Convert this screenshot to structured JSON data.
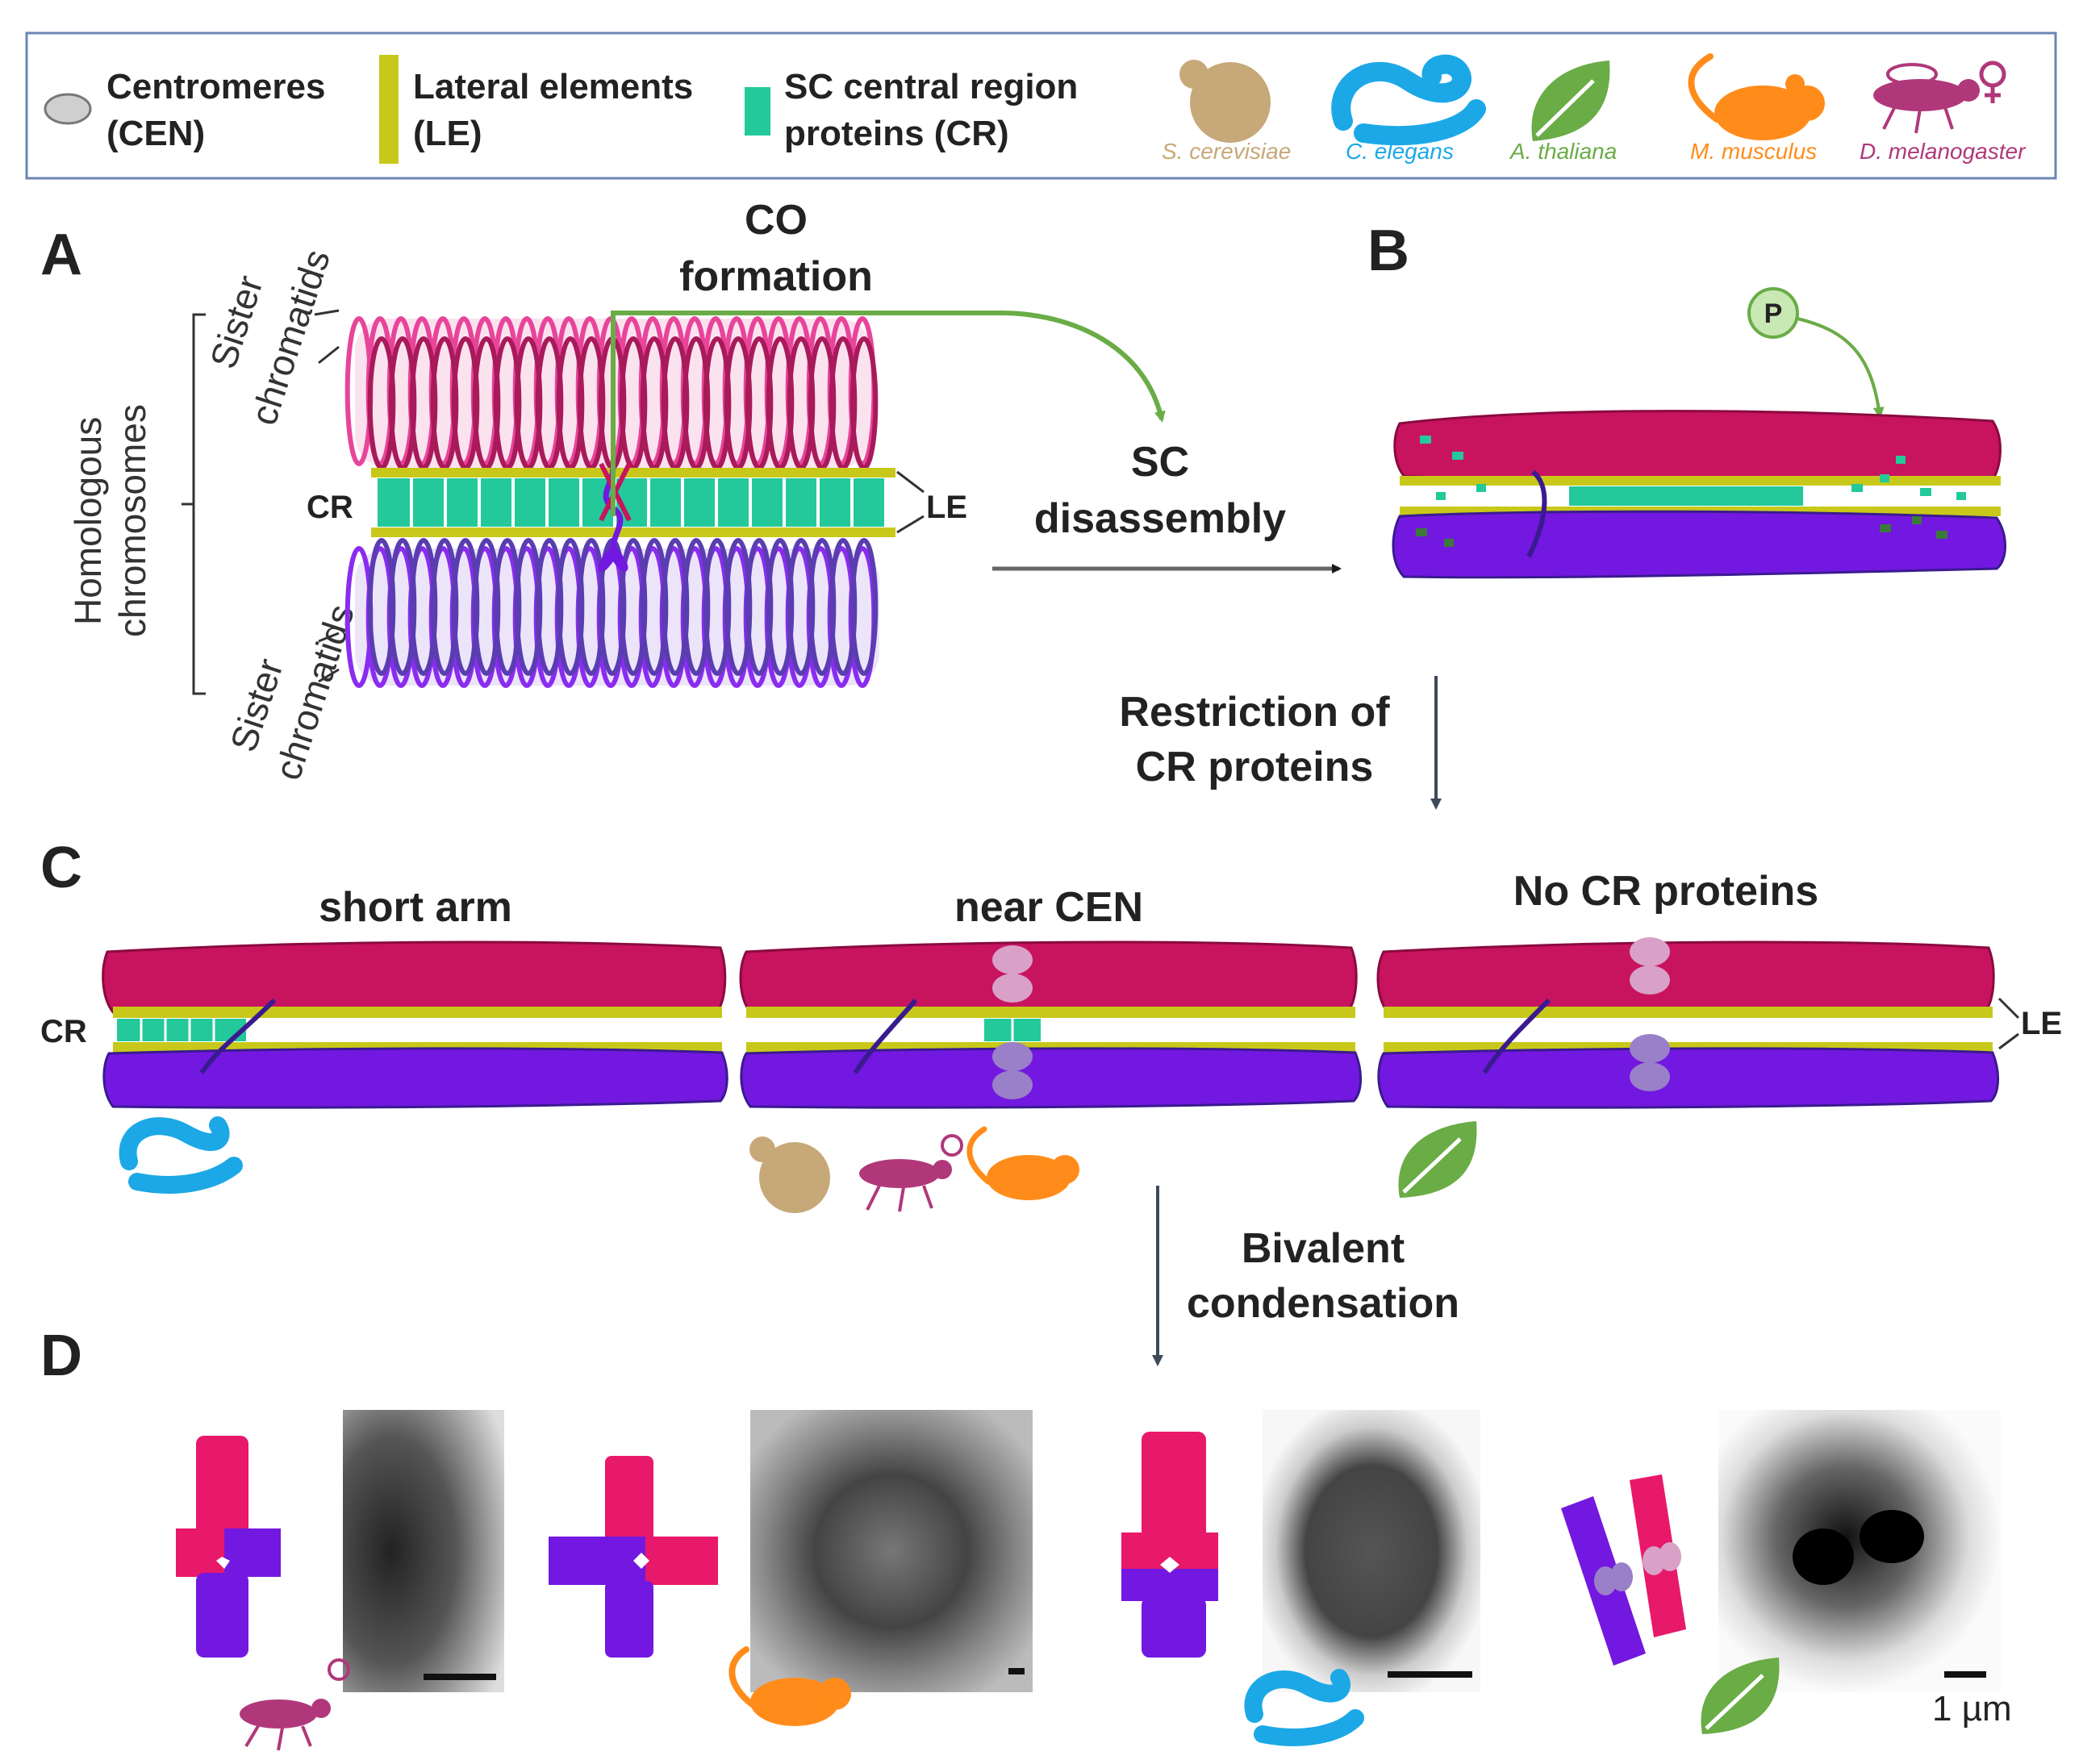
{
  "legend": {
    "cen_label_1": "Centromeres",
    "cen_label_2": "(CEN)",
    "le_label_1": "Lateral elements",
    "le_label_2": "(LE)",
    "cr_label_1": "SC central region",
    "cr_label_2": "proteins (CR)",
    "species": [
      {
        "name": "S. cerevisiae",
        "color": "#c7a878",
        "icon": "yeast-icon"
      },
      {
        "name": "C. elegans",
        "color": "#1ca8e6",
        "icon": "worm-icon"
      },
      {
        "name": "A. thaliana",
        "color": "#6aac46",
        "icon": "leaf-icon"
      },
      {
        "name": "M. musculus",
        "color": "#ff8c1a",
        "icon": "mouse-icon"
      },
      {
        "name": "D. melanogaster",
        "color": "#b0387a",
        "icon": "fly-icon"
      }
    ]
  },
  "panels": {
    "a": "A",
    "b": "B",
    "c": "C",
    "d": "D"
  },
  "panel_a": {
    "homologous_1": "Homologous",
    "homologous_2": "chromosomes",
    "sister_1": "Sister",
    "sister_2": "chromatids",
    "cr": "CR",
    "le": "LE",
    "co_1": "CO",
    "co_2": "formation"
  },
  "arrows": {
    "sc_1": "SC",
    "sc_2": "disassembly",
    "restriction_1": "Restriction of",
    "restriction_2": "CR proteins",
    "bivalent_1": "Bivalent",
    "bivalent_2": "condensation"
  },
  "panel_b": {
    "phospho": "P"
  },
  "panel_c": {
    "short_arm": "short arm",
    "near_cen": "near CEN",
    "no_cr": "No CR proteins",
    "cr": "CR",
    "le": "LE"
  },
  "panel_d": {
    "scale": "1 µm"
  },
  "colors": {
    "pink": "#c8135f",
    "purple": "#7318e0",
    "le_yellow": "#c8c81a",
    "cr_green": "#23c99a",
    "cen": "#d9a0c8"
  }
}
